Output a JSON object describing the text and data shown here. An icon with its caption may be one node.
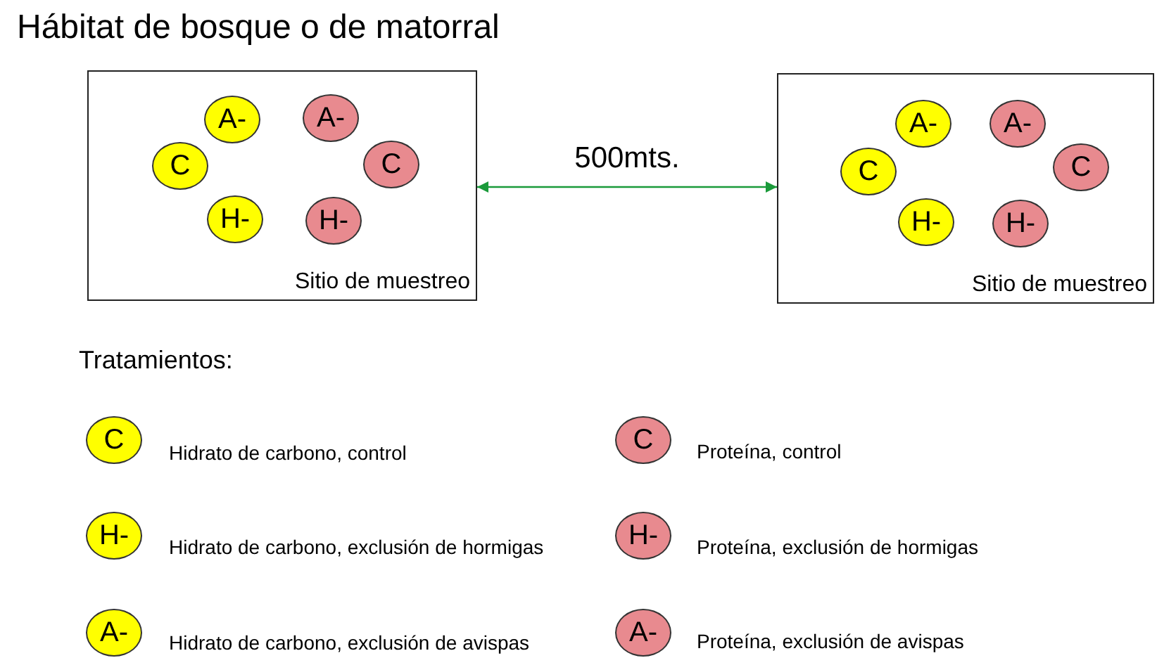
{
  "diagram": {
    "title": "Hábitat de bosque o de matorral",
    "nodes": [
      {
        "text": [
          "Sitio de muestreo"
        ]
      },
      {
        "text": [
          "A-"
        ],
        "in": 0
      },
      {
        "text": [
          "A-"
        ],
        "in": 0
      },
      {
        "text": [
          "C"
        ],
        "in": 0
      },
      {
        "text": [
          "C"
        ],
        "in": 0
      },
      {
        "text": [
          "H-"
        ],
        "in": 0
      },
      {
        "text": [
          "H-"
        ],
        "in": 0
      },
      {
        "text": [
          "Sitio de muestreo"
        ]
      },
      {
        "text": [
          "A-"
        ],
        "in": 7
      },
      {
        "text": [
          "A-"
        ],
        "in": 7
      },
      {
        "text": [
          "C"
        ],
        "in": 7
      },
      {
        "text": [
          "C"
        ],
        "in": 7
      },
      {
        "text": [
          "H-"
        ],
        "in": 7
      },
      {
        "text": [
          "H-"
        ],
        "in": 7
      },
      {
        "text": [
          "C"
        ],
        "beside": [
          "Hidrato de carbono, control"
        ]
      },
      {
        "text": [
          "C"
        ],
        "beside": [
          "Proteína, control"
        ]
      },
      {
        "text": [
          "H-"
        ],
        "beside": [
          "Hidrato de carbono, exclusión de hormigas"
        ]
      },
      {
        "text": [
          "H-"
        ],
        "beside": [
          "Proteína, exclusión de hormigas"
        ]
      },
      {
        "text": [
          "A-"
        ],
        "beside": [
          "Hidrato de carbono, exclusión de avispas"
        ]
      },
      {
        "text": [
          "A-"
        ],
        "beside": [
          "Proteína, exclusión de avispas"
        ]
      }
    ],
    "edges": [
      {
        "from": 0,
        "to": 7,
        "arrow": "both",
        "label": "500mts.",
        "color": "#1a9a3a"
      }
    ],
    "labels": [
      "Tratamientos:"
    ]
  }
}
